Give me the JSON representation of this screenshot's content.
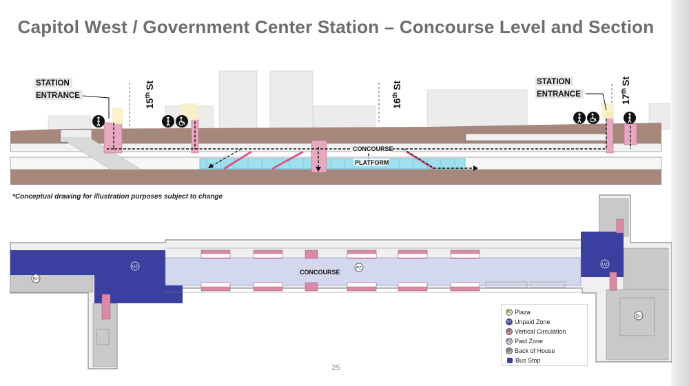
{
  "title": "Capitol West / Government Center Station – Concourse Level and Section",
  "note": "*Conceptual drawing for illustration purposes subject to change",
  "page_number": "25",
  "section": {
    "entrance_left": [
      "STATION",
      "ENTRANCE"
    ],
    "entrance_right": [
      "STATION",
      "ENTRANCE"
    ],
    "streets": [
      {
        "num": "15",
        "sup": "th",
        "name": "St"
      },
      {
        "num": "16",
        "sup": "th",
        "name": "St"
      },
      {
        "num": "17",
        "sup": "th",
        "name": "St"
      }
    ],
    "concourse_label": "CONCOURSE",
    "platform_label": "PLATFORM"
  },
  "plan": {
    "concourse_label": "CONCOURSE",
    "zone_tags": [
      "UZ",
      "PZ",
      "UZ",
      "BH",
      "BH"
    ]
  },
  "legend": [
    {
      "code": "PL",
      "label": "Plaza",
      "color": "#f7eec4"
    },
    {
      "code": "UZ",
      "label": "Unpaid Zone",
      "color": "#3b3fa0"
    },
    {
      "code": "VC",
      "label": "Vertical Circulation",
      "color": "#d98aa8"
    },
    {
      "code": "PZ",
      "label": "Paid Zone",
      "color": "#d4d8ef"
    },
    {
      "code": "BH",
      "label": "Back of House",
      "color": "#b5b5b5"
    },
    {
      "code": "",
      "label": "Bus Stop",
      "color": "#3b3fa0"
    }
  ]
}
